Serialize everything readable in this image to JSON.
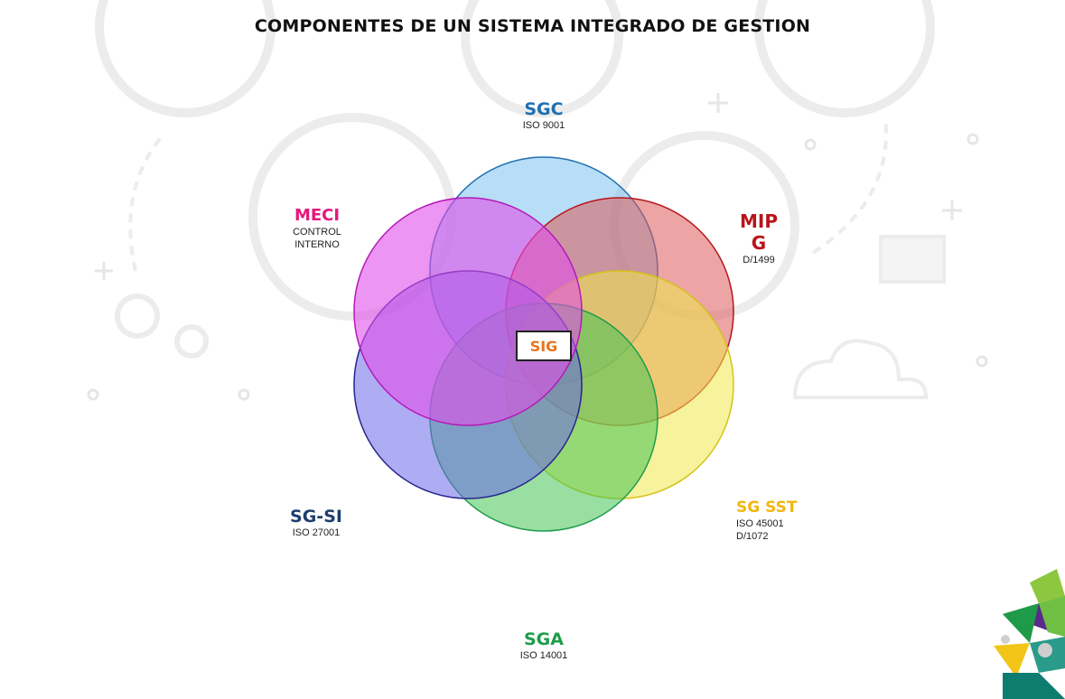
{
  "title": "COMPONENTES DE UN SISTEMA INTEGRADO DE GESTION",
  "center": {
    "label": "SIG",
    "color": "#e8731e"
  },
  "components": [
    {
      "key": "sgc",
      "name": "SGC",
      "sub1": "ISO 9001",
      "sub2": "",
      "color": "#1f6fb2",
      "fill": "#7cc3ef"
    },
    {
      "key": "meci",
      "name": "MECI",
      "sub1": "CONTROL",
      "sub2": "INTERNO",
      "color": "#e5187a",
      "fill": "#e14ee9"
    },
    {
      "key": "mipg",
      "name": "MIP G",
      "sub1": "D/1499",
      "sub2": "",
      "color": "#b8141c",
      "fill": "#dd5a5a"
    },
    {
      "key": "sgsi",
      "name": "SG-SI",
      "sub1": "ISO 27001",
      "sub2": "",
      "color": "#1e3e6e",
      "fill": "#6b68e8"
    },
    {
      "key": "sgsst",
      "name": "SG SST",
      "sub1": "ISO 45001",
      "sub2": "D/1072",
      "color": "#f1b612",
      "fill": "#f0e84b"
    },
    {
      "key": "sga",
      "name": "SGA",
      "sub1": "ISO 14001",
      "sub2": "",
      "color": "#1e9c4a",
      "fill": "#43c454"
    }
  ]
}
